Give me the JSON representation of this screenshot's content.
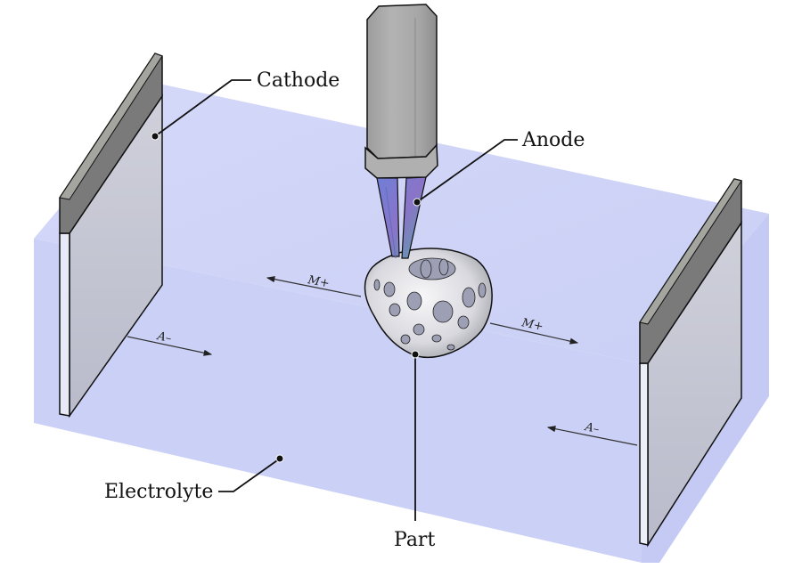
{
  "diagram": {
    "labels": {
      "cathode": "Cathode",
      "anode": "Anode",
      "electrolyte": "Electrolyte",
      "part": "Part"
    },
    "ions": {
      "cation_left": "M+",
      "cation_right": "M+",
      "anion_left": "A–",
      "anion_right": "A–"
    },
    "colors": {
      "electrolyte": "#c9cff6",
      "electrode_plate": "#c2c4d2",
      "electrode_cap": "#7d7d7d",
      "tool_body": "#a9a9a9",
      "anode_tip": "#8a7fd0",
      "part": "#e6e6ea",
      "leader": "#111111"
    }
  }
}
